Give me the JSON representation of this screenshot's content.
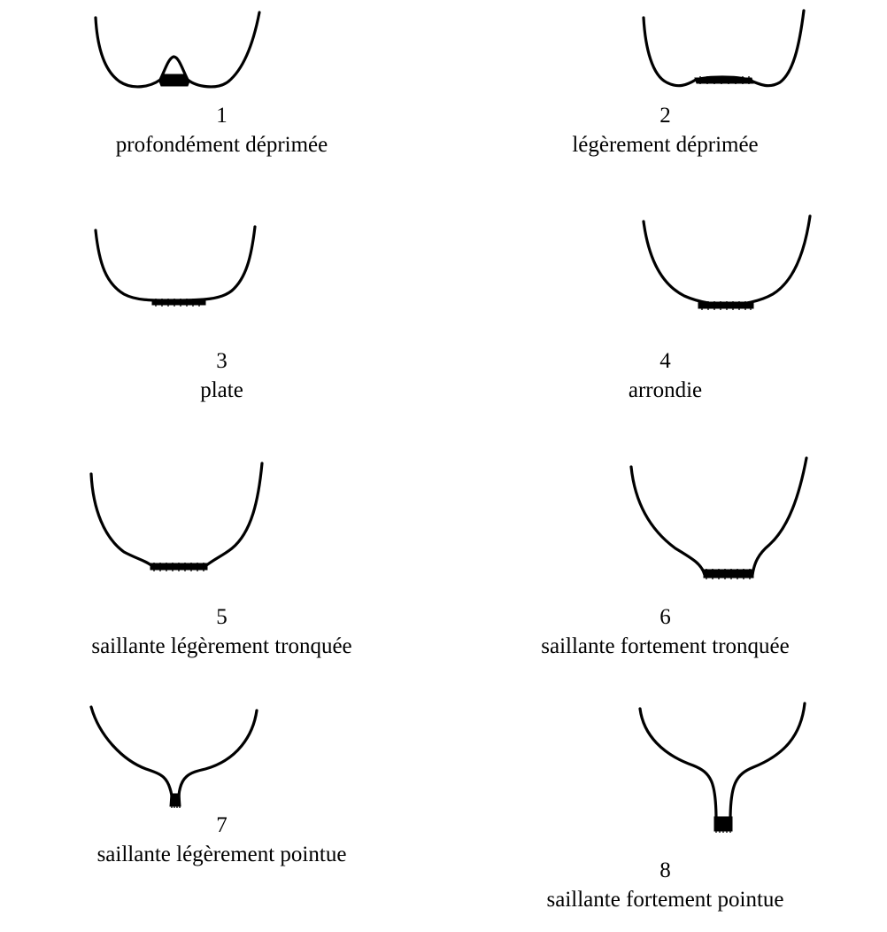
{
  "shapes": [
    {
      "number": "1",
      "label": "profondément déprimée"
    },
    {
      "number": "2",
      "label": "légèrement déprimée"
    },
    {
      "number": "3",
      "label": "plate"
    },
    {
      "number": "4",
      "label": "arrondie"
    },
    {
      "number": "5",
      "label": "saillante légèrement tronquée"
    },
    {
      "number": "6",
      "label": "saillante fortement tronquée"
    },
    {
      "number": "7",
      "label": "saillante légèrement pointue"
    },
    {
      "number": "8",
      "label": "saillante fortement pointue"
    }
  ]
}
